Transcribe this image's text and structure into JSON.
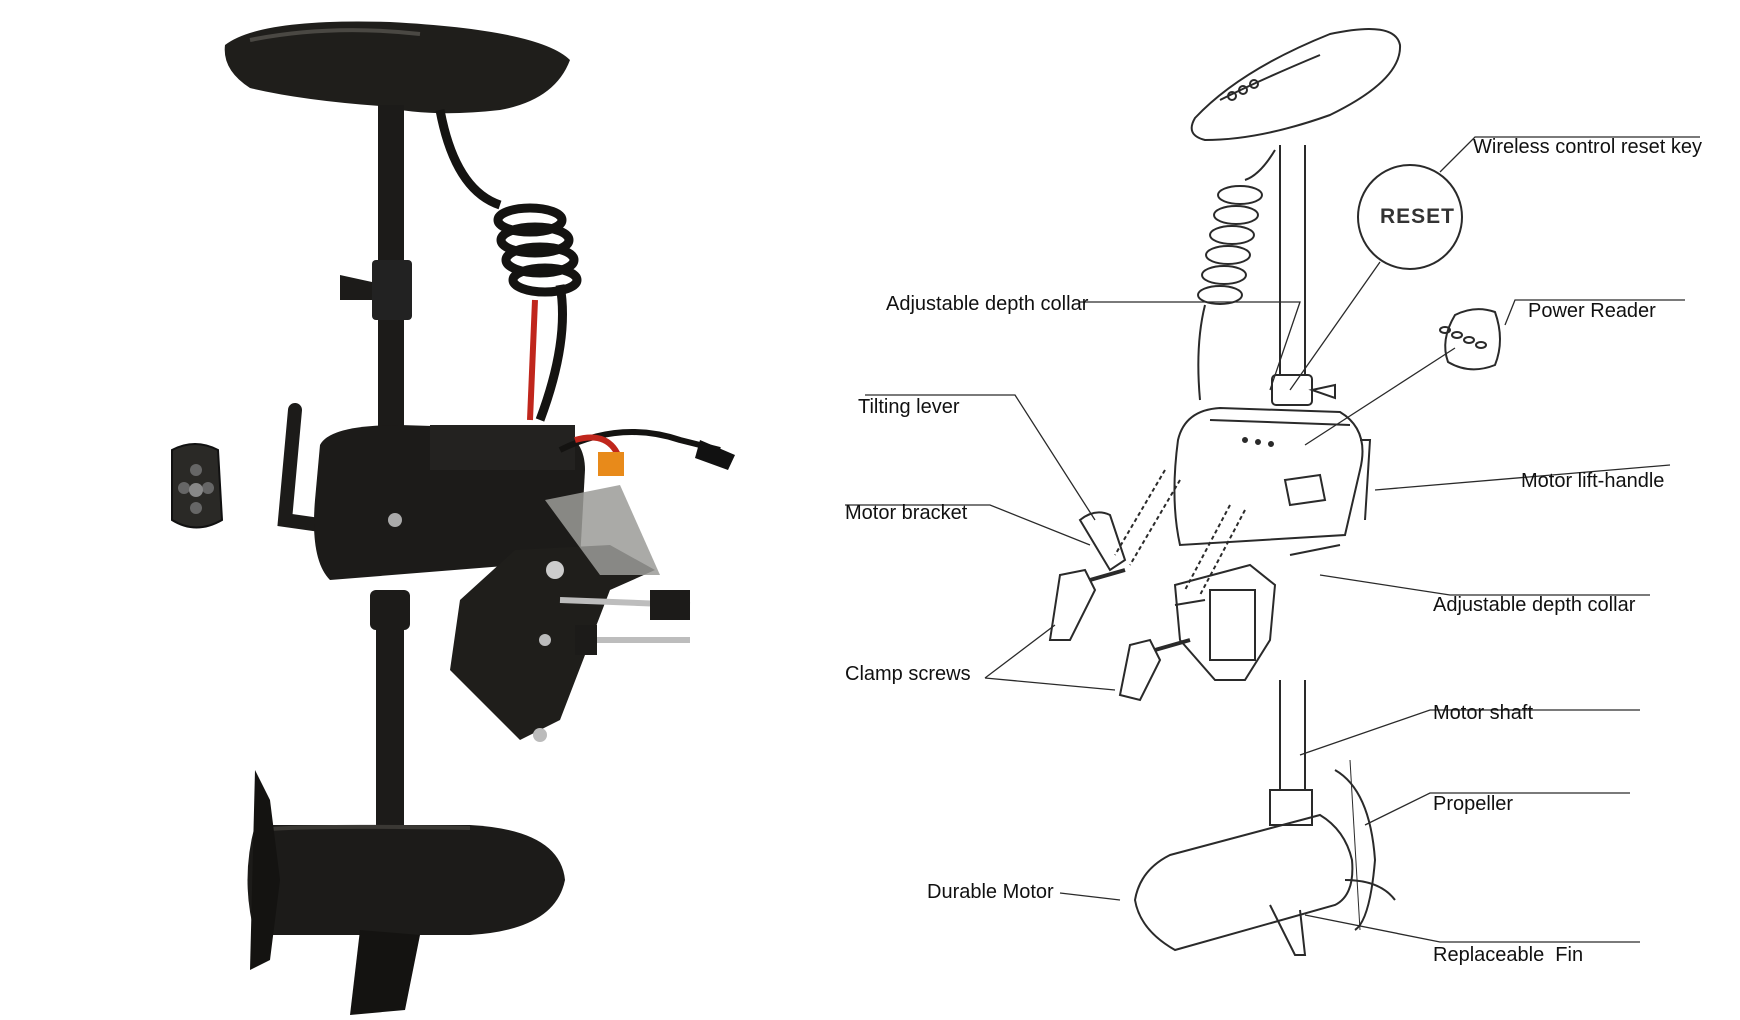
{
  "diagram": {
    "reset_button_text": "RESET",
    "labels": {
      "wireless_reset": "Wireless control reset key",
      "depth_collar_top": "Adjustable depth collar",
      "power_reader": "Power Reader",
      "tilting_lever": "Tilting lever",
      "lift_handle": "Motor lift-handle",
      "motor_bracket": "Motor bracket",
      "depth_collar_bottom": "Adjustable depth collar",
      "clamp_screws": "Clamp screws",
      "motor_shaft": "Motor shaft",
      "propeller": "Propeller",
      "durable_motor": "Durable Motor",
      "replaceable_fin": "Replaceable  Fin"
    }
  },
  "colors": {
    "photo_body": "#1c1b19",
    "photo_highlight": "#3a3834",
    "line_art": "#2a2a2a",
    "cable_red": "#c0261c",
    "label_orange": "#e88a1a"
  }
}
